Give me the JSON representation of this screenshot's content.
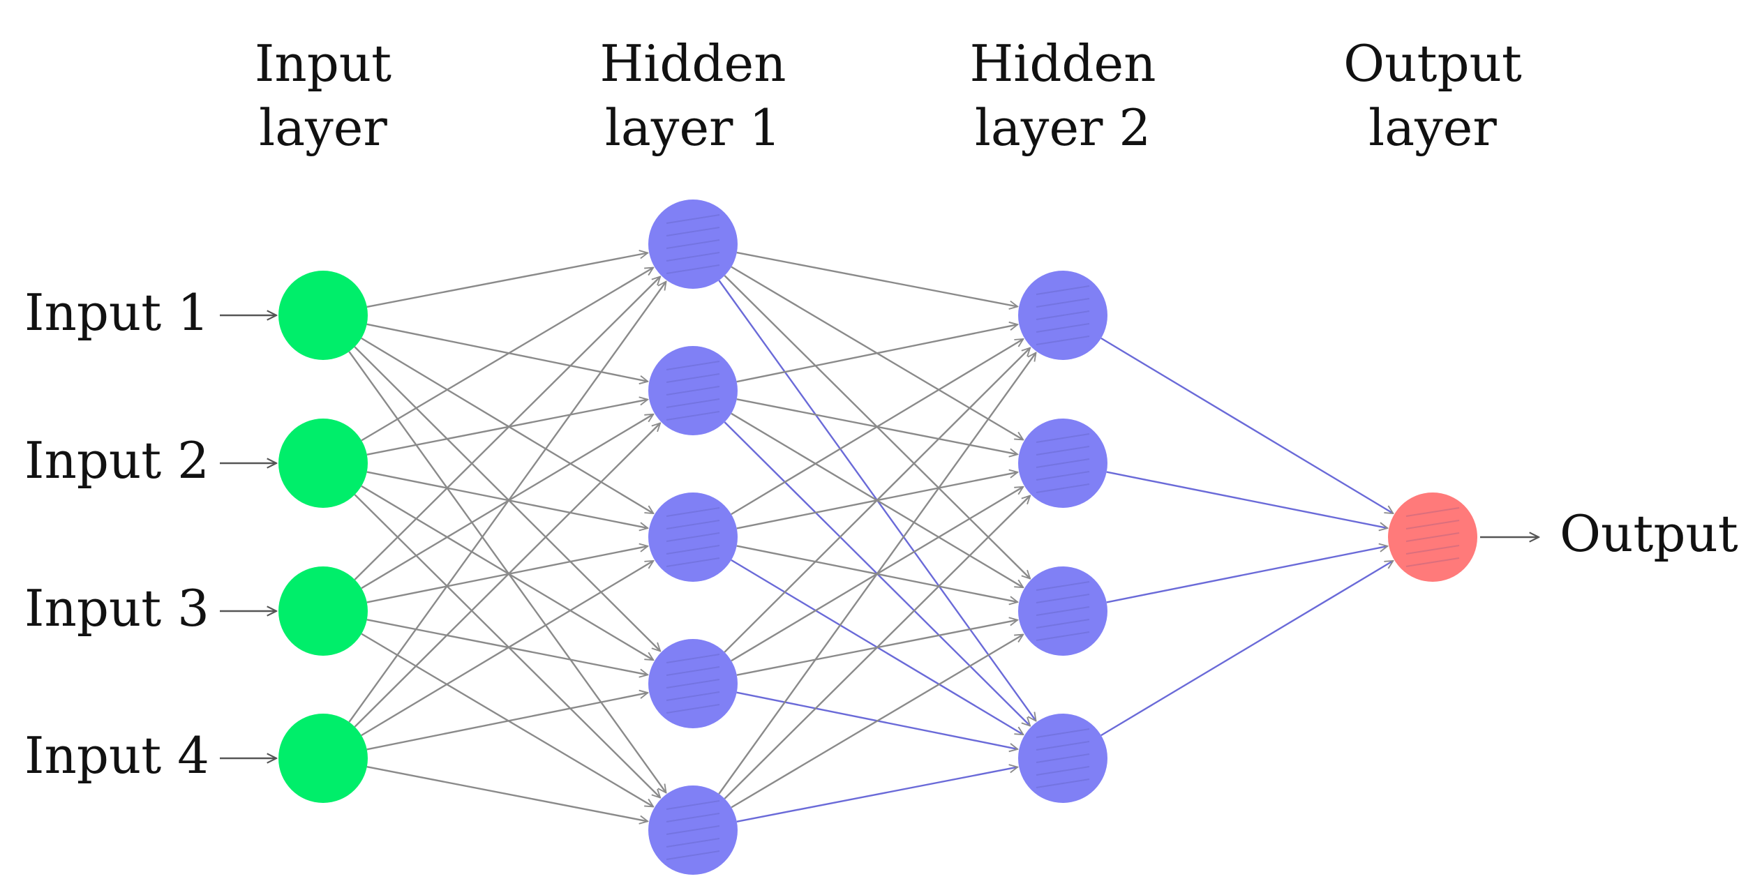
{
  "layers": [
    {
      "id": "input",
      "title_line1": "Input",
      "title_line2": "layer",
      "nodes": 4,
      "color": "#00ee6a"
    },
    {
      "id": "hidden1",
      "title_line1": "Hidden",
      "title_line2": "layer 1",
      "nodes": 5,
      "color": "#8080f5"
    },
    {
      "id": "hidden2",
      "title_line1": "Hidden",
      "title_line2": "layer 2",
      "nodes": 4,
      "color": "#8080f5"
    },
    {
      "id": "output",
      "title_line1": "Output",
      "title_line2": "layer",
      "nodes": 1,
      "color": "#ff7a7a"
    }
  ],
  "input_labels": [
    "Input 1",
    "Input 2",
    "Input 3",
    "Input 4"
  ],
  "output_label": "Output",
  "colors": {
    "edge": "#8a8a8a",
    "highlight_edge": "#6a6ad8",
    "text": "#111111"
  },
  "connectivity": "fully-connected"
}
